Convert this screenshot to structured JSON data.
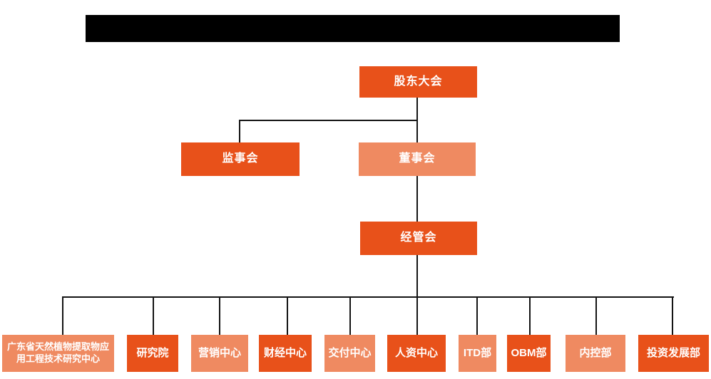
{
  "colors": {
    "primary": "#e8511a",
    "secondary": "#ef8a61",
    "line": "#141414",
    "redaction": "#000000",
    "text_on_box": "#ffffff"
  },
  "header": {
    "redacted": true
  },
  "org": {
    "level1": {
      "label": "股东大会"
    },
    "level2": [
      {
        "label": "监事会",
        "variant": "primary"
      },
      {
        "label": "董事会",
        "variant": "secondary"
      }
    ],
    "level3": {
      "label": "经管会"
    },
    "departments": [
      {
        "label": "广东省天然植物提取物应用工程技术研究中心",
        "variant": "secondary"
      },
      {
        "label": "研究院",
        "variant": "primary"
      },
      {
        "label": "营销中心",
        "variant": "secondary"
      },
      {
        "label": "财经中心",
        "variant": "primary"
      },
      {
        "label": "交付中心",
        "variant": "secondary"
      },
      {
        "label": "人资中心",
        "variant": "primary"
      },
      {
        "label": "ITD部",
        "variant": "secondary"
      },
      {
        "label": "OBM部",
        "variant": "primary"
      },
      {
        "label": "内控部",
        "variant": "secondary"
      },
      {
        "label": "投资发展部",
        "variant": "primary"
      }
    ]
  }
}
